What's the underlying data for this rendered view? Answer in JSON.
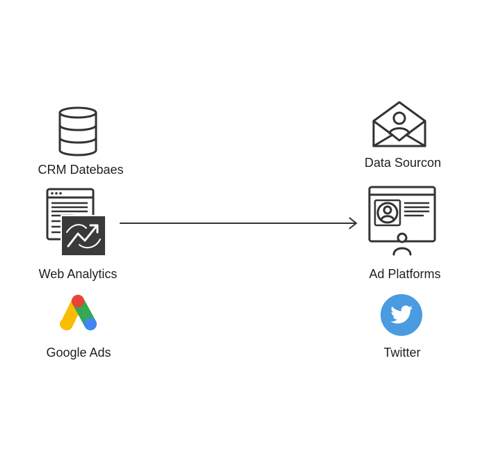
{
  "sources": {
    "crm": {
      "label": "CRM Datebaes",
      "icon": "database-icon"
    },
    "web_analytics": {
      "label": "Web Analytics",
      "icon": "analytics-browser-icon"
    },
    "google_ads": {
      "label": "Google Ads",
      "icon": "google-ads-icon"
    }
  },
  "destinations": {
    "data_source": {
      "label": "Data Sourcon",
      "icon": "envelope-person-icon"
    },
    "ad_platforms": {
      "label": "Ad Platforms",
      "icon": "profile-screen-icon"
    },
    "twitter": {
      "label": "Twitter",
      "icon": "twitter-icon"
    }
  },
  "colors": {
    "line": "#333333",
    "google_red": "#EA4335",
    "google_yellow": "#FBBC04",
    "google_green": "#34A853",
    "google_blue": "#4285F4",
    "twitter_blue": "#4A9BE0",
    "analytics_tile": "#3a3a3a"
  }
}
